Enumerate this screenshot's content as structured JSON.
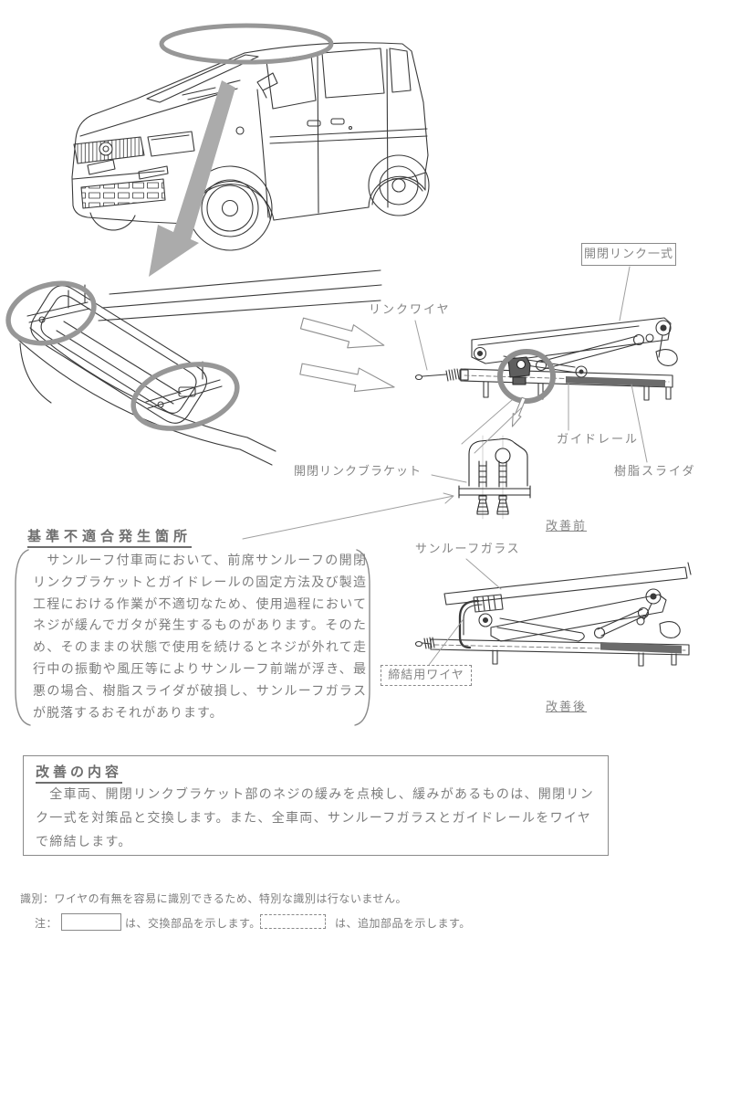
{
  "illustration": {
    "vehicle": "minivan line drawing with sunroof area circled and arrow to enlarged roof-frame view",
    "labels": {
      "link_assembly": "開閉リンク一式",
      "link_wire": "リンクワイヤ",
      "guide_rail": "ガイドレール",
      "resin_slider": "樹脂スライダ",
      "link_bracket": "開閉リンクブラケット",
      "before_caption": "改善前",
      "sunroof_glass": "サンルーフガラス",
      "fastening_wire": "締結用ワイヤ",
      "after_caption": "改善後"
    }
  },
  "defect_section": {
    "heading": "基準不適合発生箇所",
    "body": "　サンルーフ付車両において、前席サンルーフの開閉リンクブラケットとガイドレールの固定方法及び製造工程における作業が不適切なため、使用過程においてネジが緩んでガタが発生するものがあります。そのため、そのままの状態で使用を続けるとネジが外れて走行中の振動や風圧等によりサンルーフ前端が浮き、最悪の場合、樹脂スライダが破損し、サンルーフガラスが脱落するおそれがあります。"
  },
  "improvement_section": {
    "heading": "改善の内容",
    "body": "　全車両、開閉リンクブラケット部のネジの緩みを点検し、緩みがあるものは、開閉リンク一式を対策品と交換します。また、全車両、サンルーフガラスとガイドレールをワイヤで締結します。"
  },
  "footer": {
    "identification": "識別：ワイヤの有無を容易に識別できるため、特別な識別は行ないません。",
    "note_prefix": "注：",
    "replacement_text": "は、交換部品を示します。",
    "addition_text": "は、追加部品を示します。"
  },
  "colors": {
    "body_text": "#7d7d7d",
    "label_text": "#858585",
    "heading_text": "#6e6e6e",
    "line_art": "#3a3a3a",
    "highlight_gray": "#979797",
    "arrow_fill": "#ababab"
  }
}
